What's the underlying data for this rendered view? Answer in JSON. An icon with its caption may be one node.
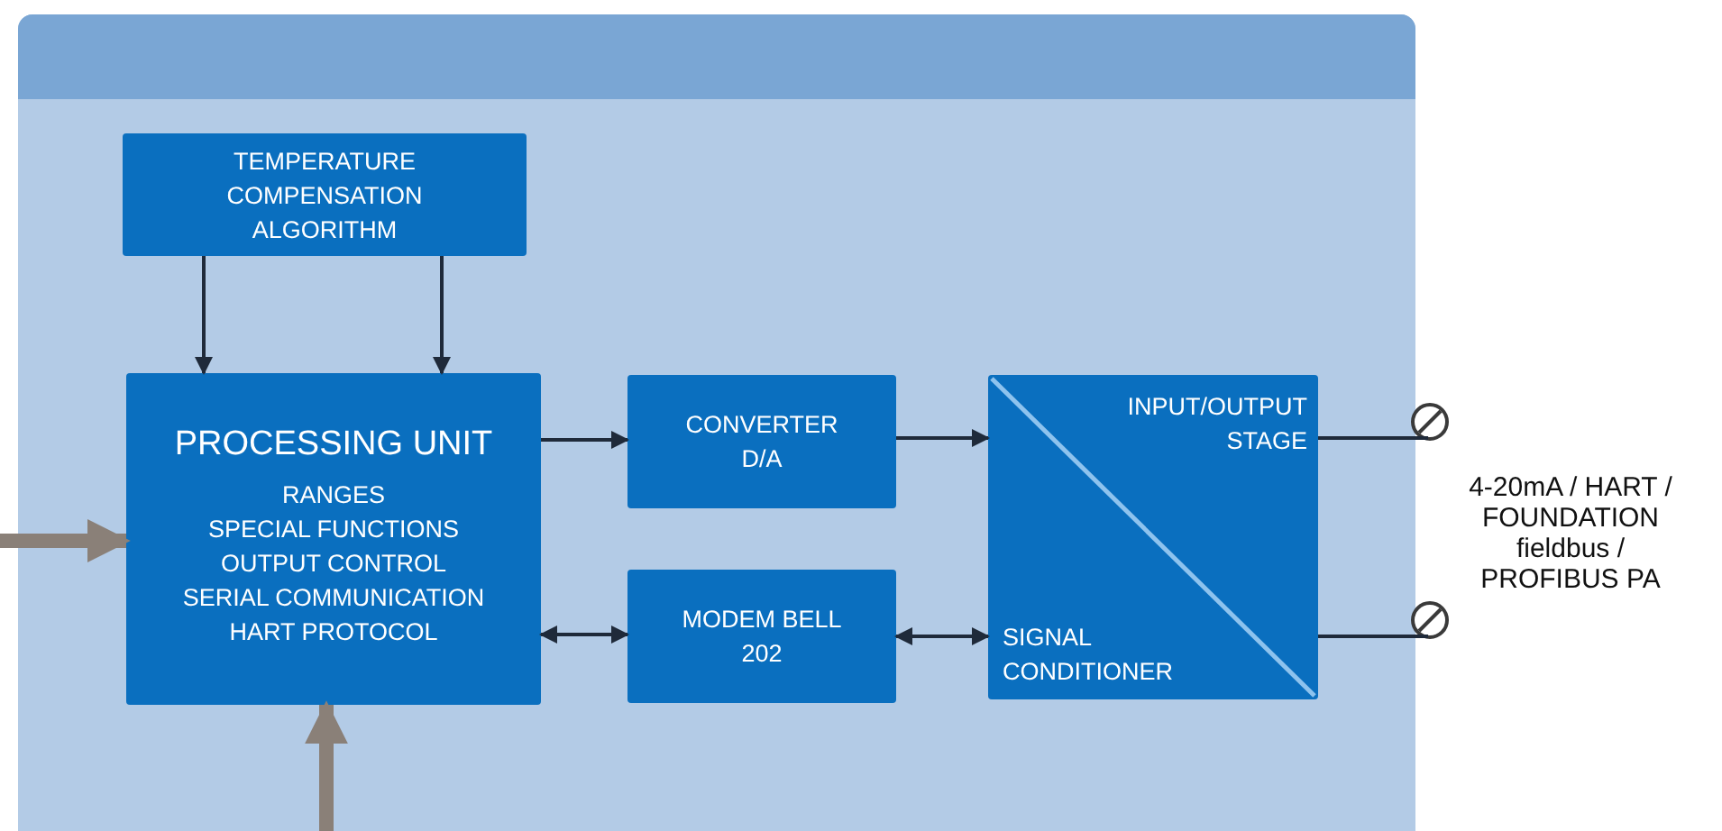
{
  "diagram": {
    "nodes": [
      {
        "text": [],
        "shape": "box"
      },
      {
        "text": [
          "TEMPERATURE COMPENSATION ALGORITHM"
        ],
        "in": 0
      },
      {
        "text": [
          "PROCESSING UNIT",
          "RANGES",
          "SPECIAL FUNCTIONS",
          "OUTPUT CONTROL",
          "SERIAL COMMUNICATION",
          "HART PROTOCOL"
        ],
        "in": 0
      },
      {
        "text": [
          "CONVERTER D/A"
        ],
        "in": 0
      },
      {
        "text": [
          "MODEM BELL 202"
        ],
        "in": 0
      },
      {
        "text": [
          "INPUT/OUTPUT STAGE",
          "SIGNAL CONDITIONER"
        ],
        "in": 0
      },
      {
        "text": [],
        "shape": "circle"
      },
      {
        "text": [],
        "shape": "circle"
      }
    ],
    "edges": [
      {
        "from": 1,
        "to": 2,
        "arrow": "to"
      },
      {
        "from": 1,
        "to": 2,
        "arrow": "to"
      },
      {
        "from": 2,
        "to": 3,
        "arrow": "to"
      },
      {
        "from": 2,
        "to": 4,
        "arrow": "both"
      },
      {
        "from": 3,
        "to": 5,
        "arrow": "to"
      },
      {
        "from": 4,
        "to": 5,
        "arrow": "both"
      },
      {
        "from": 5,
        "to": 6,
        "arrow": "none"
      },
      {
        "from": 5,
        "to": 7,
        "arrow": "none"
      },
      {
        "from": null,
        "to": 2,
        "arrow": "to",
        "style": "thick",
        "color": "#8a8078"
      },
      {
        "from": null,
        "to": 2,
        "arrow": "to",
        "style": "thick",
        "color": "#8a8078"
      }
    ],
    "labels": [
      "4-20mA / HART / FOUNDATION fieldbus / PROFIBUS PA"
    ]
  }
}
